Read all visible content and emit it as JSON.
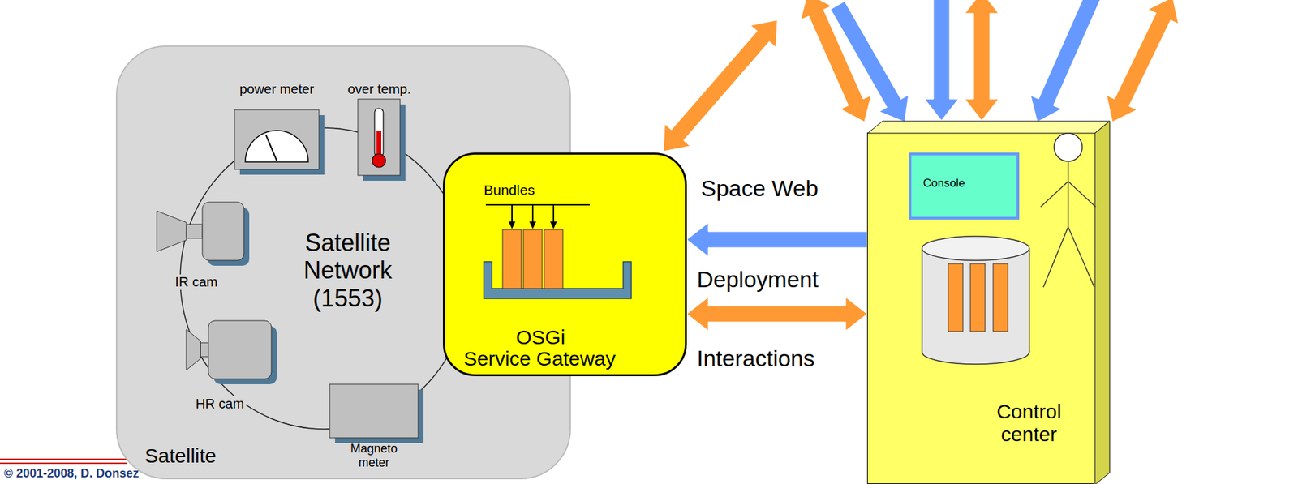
{
  "diagram": {
    "nodes": [
      {
        "text": [
          "Satellite Network (1553)",
          "Satellite"
        ]
      },
      {
        "text": [
          "power meter"
        ],
        "in": 0
      },
      {
        "text": [
          "over temp."
        ],
        "in": 0
      },
      {
        "text": [
          "IR cam"
        ],
        "in": 0
      },
      {
        "text": [
          "HR cam"
        ],
        "in": 0
      },
      {
        "text": [
          "Magneto meter"
        ],
        "in": 0
      },
      {
        "text": [
          "Bundles",
          "OSGi Service Gateway"
        ]
      },
      {
        "text": [
          "Space Web"
        ]
      },
      {
        "text": [
          "Control center"
        ]
      },
      {
        "text": [
          "Console"
        ],
        "in": 8
      }
    ],
    "edges": [
      {
        "from": 8,
        "to": 6,
        "arrow": "to",
        "label": "Deployment"
      },
      {
        "from": 6,
        "to": 8,
        "arrow": "both",
        "label": "Interactions"
      }
    ],
    "labels": [
      "© 2001-2008, D. Donsez"
    ]
  }
}
